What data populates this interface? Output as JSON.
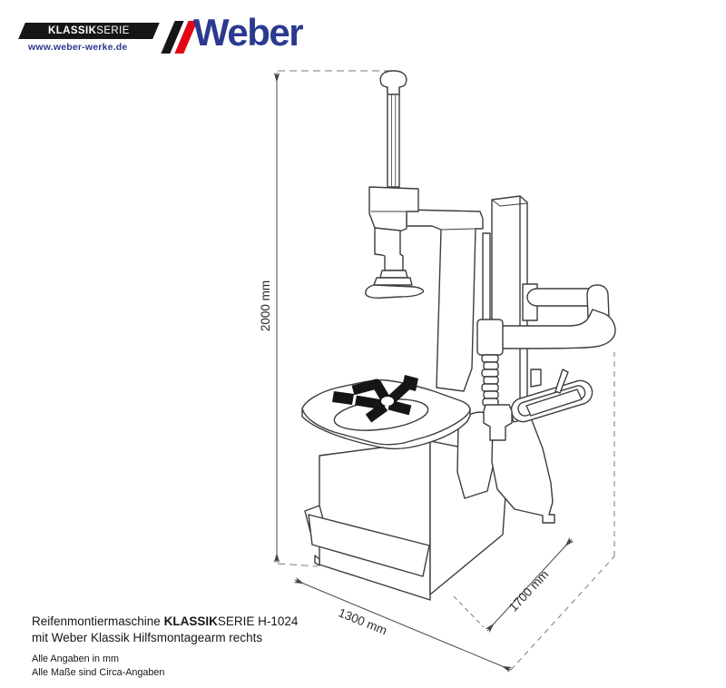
{
  "header": {
    "series_badge": {
      "bold": "KLASSIK",
      "regular": "SERIE"
    },
    "website": "www.weber-werke.de",
    "brand": "Weber"
  },
  "dimensions": {
    "height": "2000 mm",
    "width": "1300 mm",
    "depth": "1700 mm"
  },
  "caption": {
    "line1_prefix": "Reifenmontiermaschine ",
    "line1_bold": "KLASSIK",
    "line1_suffix": "SERIE H-1024",
    "line2": "mit Weber Klassik Hilfsmontagearm rechts",
    "note1": "Alle Angaben in mm",
    "note2": "Alle Maße sind Circa-Angaben"
  },
  "illustration": {
    "subject": "tire-changer-machine-line-drawing"
  },
  "colors": {
    "brand_blue": "#2b3990",
    "brand_red": "#e30613",
    "banner_black": "#161616",
    "machine_line": "#3d3d3d",
    "dimension_line": "#4a4a4a"
  }
}
